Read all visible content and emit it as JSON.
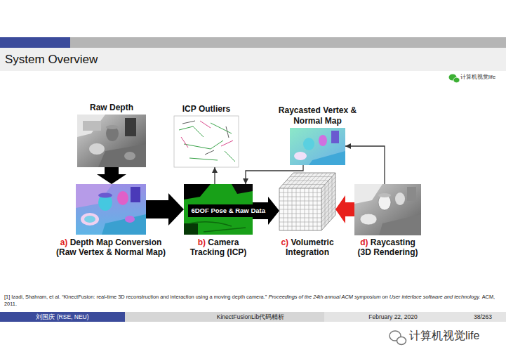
{
  "diagram": {
    "title": "System Overview",
    "nodes": [
      {
        "text": [
          "Raw Depth"
        ]
      },
      {
        "text": [
          "ICP Outliers"
        ]
      },
      {
        "text": [
          "Raycasted Vertex & Normal Map"
        ]
      },
      {
        "text": [
          "a) Depth Map Conversion (Raw Vertex & Normal Map)"
        ]
      },
      {
        "text": [
          "b) Camera Tracking (ICP)"
        ]
      },
      {
        "text": [
          "c) Volumetric Integration"
        ]
      },
      {
        "text": [
          "d) Raycasting (3D Rendering)"
        ]
      }
    ],
    "edges": [
      {
        "from": 0,
        "to": 3,
        "arrow": "to"
      },
      {
        "from": 3,
        "to": 4,
        "arrow": "to"
      },
      {
        "from": 4,
        "to": 1,
        "arrow": "to"
      },
      {
        "from": 4,
        "to": 5,
        "label": "6DOF Pose & Raw Data",
        "arrow": "to"
      },
      {
        "from": 6,
        "to": 5,
        "arrow": "to"
      },
      {
        "from": 6,
        "to": 2,
        "arrow": "to"
      },
      {
        "from": 2,
        "to": 4,
        "arrow": "to"
      }
    ],
    "labels": [
      "计算机视觉life",
      "[1] Izadi, Shahram, et al. “KinectFusion: real-time 3D reconstruction and interaction using a moving depth camera.”",
      "Proceedings of the 24th annual ACM symposium on User interface software and technology.",
      "ACM, 2011.",
      "刘国庆 (RSE, NEU)",
      "KinectFusionLib代码精析",
      "February 22, 2020",
      "38/263",
      "计算机视觉life"
    ]
  }
}
